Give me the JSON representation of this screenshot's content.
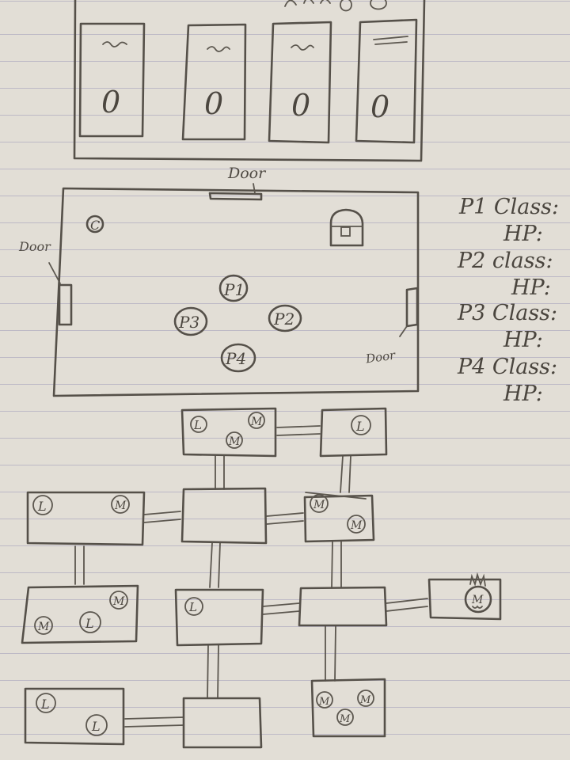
{
  "character_select": {
    "cards": [
      {
        "selection_mark": "0"
      },
      {
        "selection_mark": "0"
      },
      {
        "selection_mark": "0"
      },
      {
        "selection_mark": "0"
      }
    ]
  },
  "battle_room": {
    "door_labels": {
      "top": "Door",
      "left": "Door",
      "right": "Door"
    },
    "players": [
      "P1",
      "P2",
      "P3",
      "P4"
    ],
    "corner_token": "C",
    "chest_icon": "treasure-chest-icon"
  },
  "player_stats": [
    {
      "class_label": "P1 Class:",
      "hp_label": "HP:"
    },
    {
      "class_label": "P2 class:",
      "hp_label": "HP:"
    },
    {
      "class_label": "P3 Class:",
      "hp_label": "HP:"
    },
    {
      "class_label": "P4 Class:",
      "hp_label": "HP:"
    }
  ],
  "dungeon_map": {
    "token_loot": "L",
    "token_monster": "M",
    "boss_icon": "boss-monster-icon"
  }
}
